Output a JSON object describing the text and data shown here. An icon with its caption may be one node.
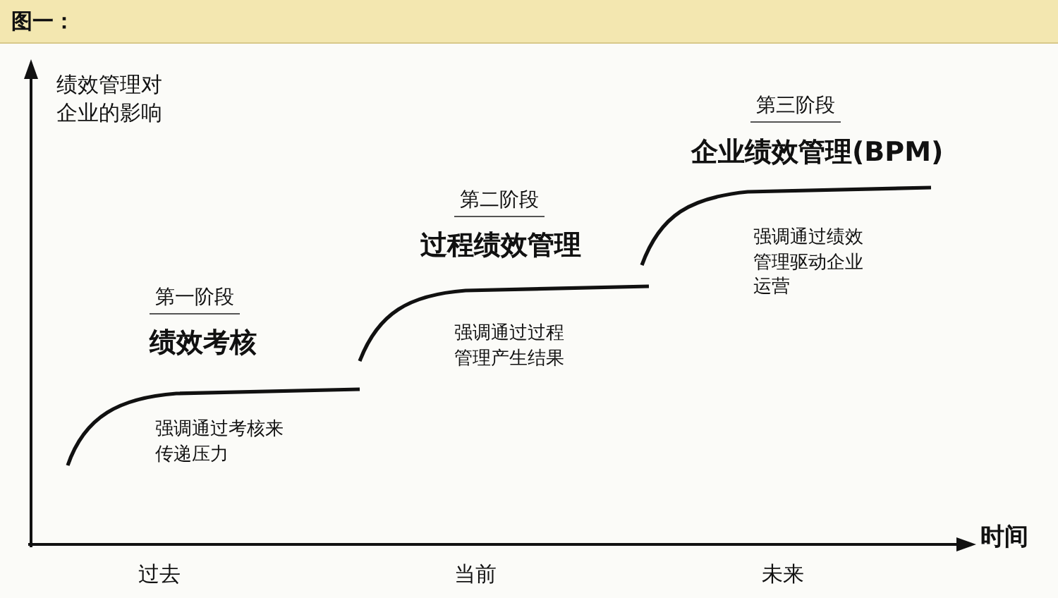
{
  "diagram": {
    "title": "图一：",
    "labels": [
      "绩效管理对企业的影响",
      "第三阶段",
      "企业绩效管理(BPM)",
      "第二阶段",
      "过程绩效管理",
      "强调通过绩效管理驱动企业运营",
      "第一阶段",
      "绩效考核",
      "强调通过过程管理产生结果",
      "强调通过考核来传递压力",
      "时间",
      "过去",
      "当前",
      "未来"
    ]
  }
}
